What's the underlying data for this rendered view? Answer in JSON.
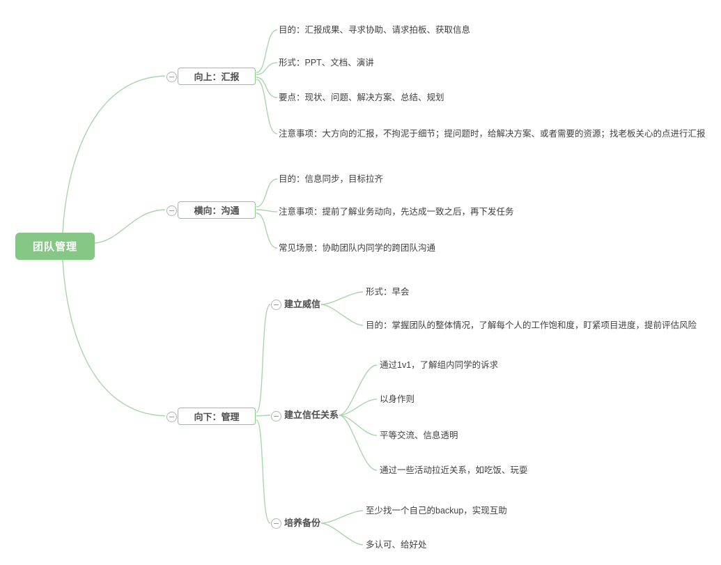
{
  "mindmap": {
    "root": {
      "label": "团队管理"
    },
    "branches": [
      {
        "label": "向上：汇报",
        "children": [
          {
            "text": "目的：汇报成果、寻求协助、请求拍板、获取信息"
          },
          {
            "text": "形式：PPT、文档、演讲"
          },
          {
            "text": "要点：现状、问题、解决方案、总结、规划"
          },
          {
            "text": "注意事项：大方向的汇报，不拘泥于细节；提问题时，给解决方案、或者需要的资源；找老板关心的点进行汇报"
          }
        ]
      },
      {
        "label": "横向：沟通",
        "children": [
          {
            "text": "目的：信息同步，目标拉齐"
          },
          {
            "text": "注意事项：提前了解业务动向，先达成一致之后，再下发任务"
          },
          {
            "text": "常见场景：协助团队内同学的跨团队沟通"
          }
        ]
      },
      {
        "label": "向下：管理",
        "children": [
          {
            "label": "建立威信",
            "children": [
              {
                "text": "形式：早会"
              },
              {
                "text": "目的：掌握团队的整体情况，了解每个人的工作饱和度，盯紧项目进度，提前评估风险"
              }
            ]
          },
          {
            "label": "建立信任关系",
            "children": [
              {
                "text": "通过1v1，了解组内同学的诉求"
              },
              {
                "text": "以身作则"
              },
              {
                "text": "平等交流、信息透明"
              },
              {
                "text": "通过一些活动拉近关系，如吃饭、玩耍"
              }
            ]
          },
          {
            "label": "培养备份",
            "children": [
              {
                "text": "至少找一个自己的backup，实现互助"
              },
              {
                "text": "多认可、给好处"
              }
            ]
          }
        ]
      }
    ],
    "colors": {
      "root_bg": "#86c786",
      "branch_border": "#8cc88c",
      "line": "#a9d6a9",
      "collapse_icon": "#9a9a9a"
    }
  }
}
